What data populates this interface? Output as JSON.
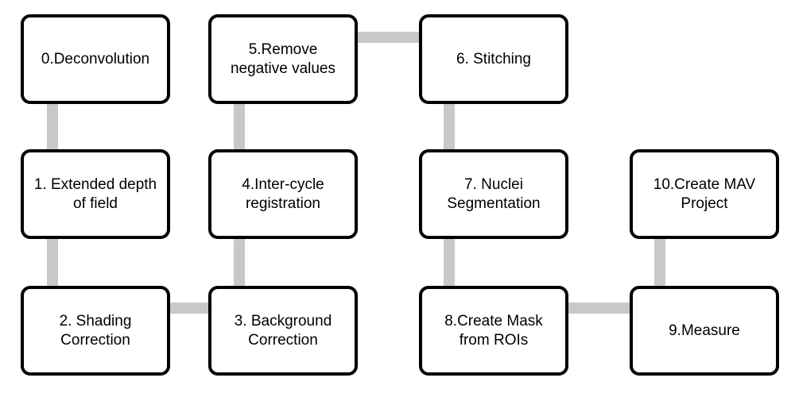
{
  "diagram": {
    "colors": {
      "node_border": "#000000",
      "node_fill": "#ffffff",
      "connector": "#c8c8c8",
      "text": "#000000"
    },
    "steps": [
      {
        "label": "0.Deconvolution"
      },
      {
        "label": "1. Extended depth\nof field"
      },
      {
        "label": "2. Shading\nCorrection"
      },
      {
        "label": "3. Background\nCorrection"
      },
      {
        "label": "4.Inter-cycle\nregistration"
      },
      {
        "label": "5.Remove\nnegative values"
      },
      {
        "label": "6. Stitching"
      },
      {
        "label": "7. Nuclei\nSegmentation"
      },
      {
        "label": "8.Create Mask\nfrom ROIs"
      },
      {
        "label": "9.Measure"
      },
      {
        "label": "10.Create MAV\nProject"
      }
    ]
  }
}
